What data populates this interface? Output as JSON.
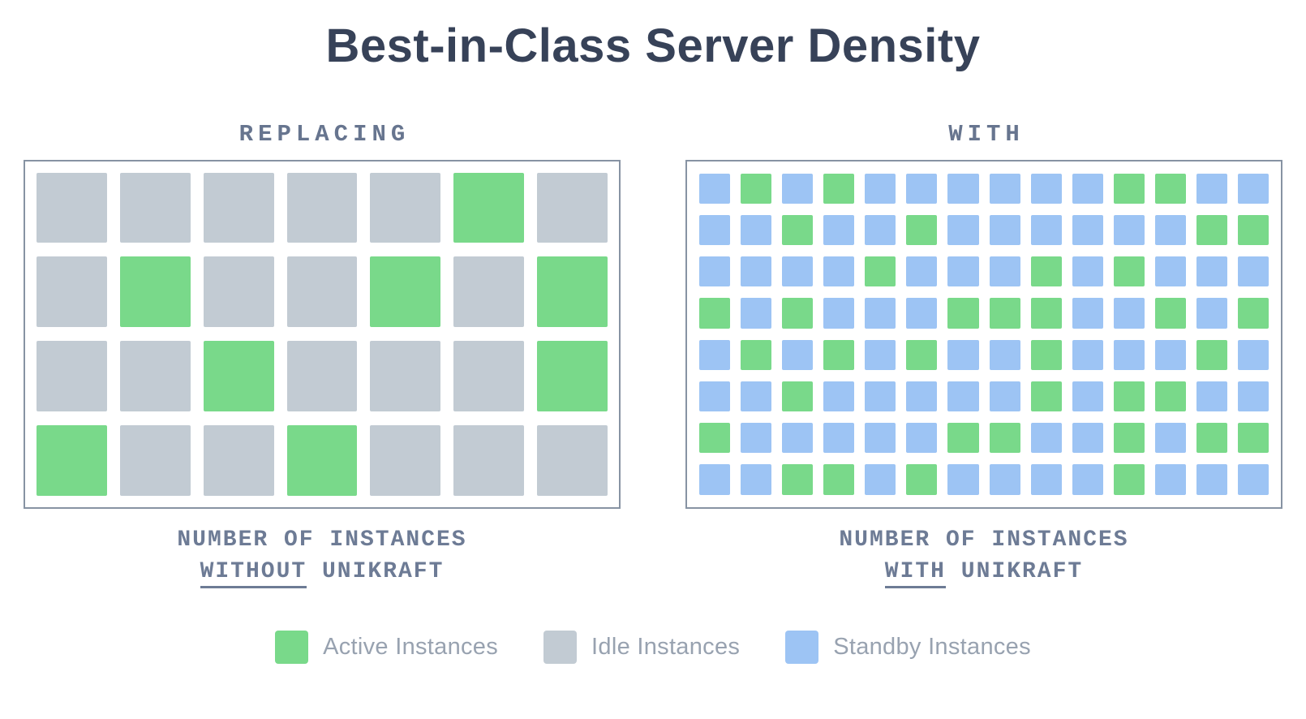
{
  "title": "Best-in-Class Server Density",
  "colors": {
    "active": "#79d98a",
    "idle": "#c2cbd3",
    "standby": "#9dc4f4",
    "title_text": "#374258",
    "panel_label_text": "#67758f",
    "caption_text": "#6d7b95",
    "legend_text": "#98a2b0",
    "box_border": "#8793a3"
  },
  "panels": {
    "left": {
      "label": "REPLACING",
      "caption": {
        "line1": "NUMBER OF INSTANCES",
        "underlined_word": "WITHOUT",
        "after_underline": " UNIKRAFT"
      },
      "grid": {
        "columns": 7,
        "rows": 4,
        "legend_key": {
          "A": "active",
          "I": "idle"
        },
        "cells": [
          "IIIIIAI",
          "IAIIAIA",
          "IIAIIIA",
          "AIIAIII"
        ]
      }
    },
    "right": {
      "label": "WITH",
      "caption": {
        "line1": "NUMBER OF INSTANCES",
        "underlined_word": "WITH",
        "after_underline": " UNIKRAFT"
      },
      "grid": {
        "columns": 14,
        "rows": 8,
        "legend_key": {
          "A": "active",
          "S": "standby"
        },
        "cells": [
          "SASASSSSSSAASS",
          "SSASSASSSSSSAA",
          "SSSSASSSASASSS",
          "ASASSSAAASSASA",
          "SASASASSASSSAS",
          "SSASSSSSASAASS",
          "ASSSSSAASSASAA",
          "SSAASASSSSASSS"
        ]
      }
    }
  },
  "legend": {
    "items": [
      {
        "label": "Active Instances",
        "color_key": "active"
      },
      {
        "label": "Idle Instances",
        "color_key": "idle"
      },
      {
        "label": "Standby Instances",
        "color_key": "standby"
      }
    ]
  }
}
